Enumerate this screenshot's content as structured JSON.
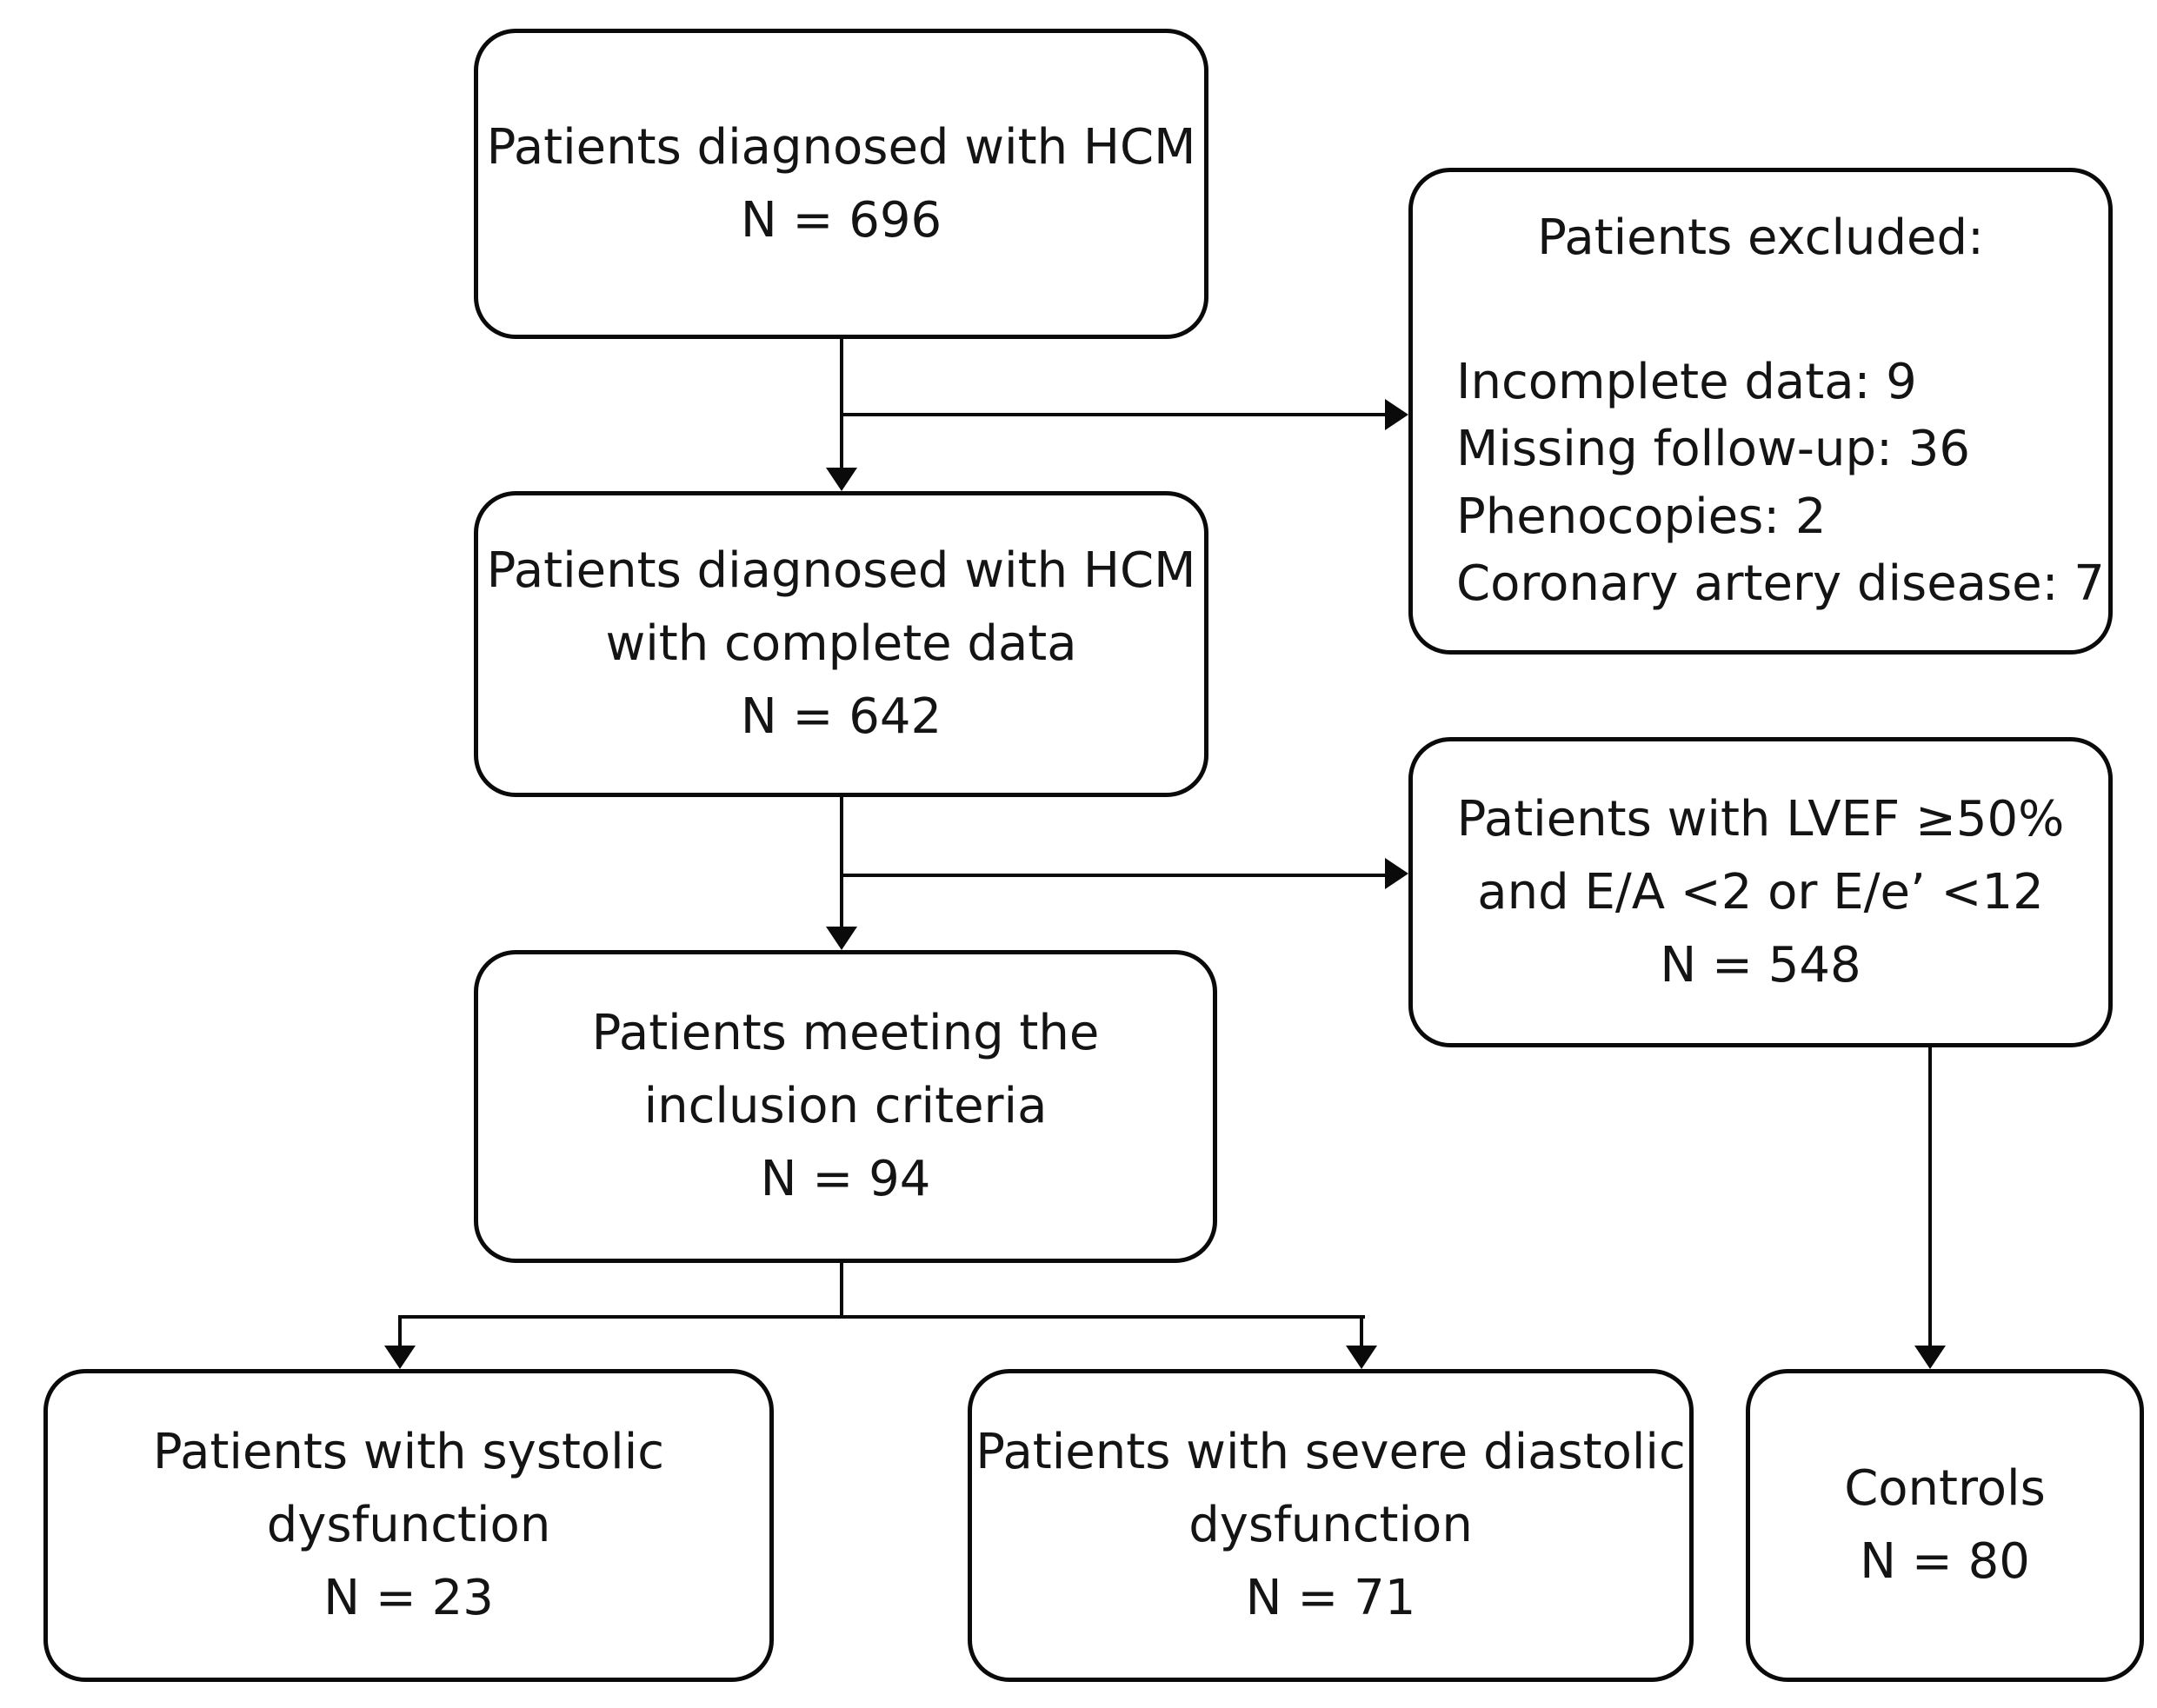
{
  "figure": {
    "type": "patient-flow-diagram",
    "background": "#ffffff",
    "line_color": "#0a0a0a",
    "text_color": "#141414"
  },
  "boxes": {
    "hcm_total": {
      "line1": "Patients diagnosed with HCM",
      "line2": "N = 696"
    },
    "excluded": {
      "title": "Patients excluded:",
      "items": [
        "Incomplete data: 9",
        "Missing follow-up: 36",
        "Phenocopies: 2",
        "Coronary artery disease: 7"
      ]
    },
    "complete_data": {
      "line1": "Patients diagnosed with HCM",
      "line2": "with complete data",
      "line3": "N = 642"
    },
    "lvef_criteria": {
      "line1": "Patients with LVEF ≥50%",
      "line2": "and E/A <2 or E/e’ <12",
      "line3": "N = 548"
    },
    "inclusion": {
      "line1": "Patients meeting the",
      "line2": "inclusion criteria",
      "line3": "N = 94"
    },
    "systolic": {
      "line1": "Patients with systolic",
      "line2": "dysfunction",
      "line3": "N = 23"
    },
    "diastolic": {
      "line1": "Patients with severe diastolic",
      "line2": "dysfunction",
      "line3": "N = 71"
    },
    "controls": {
      "line1": "Controls",
      "line2": "N = 80"
    }
  },
  "edges": [
    {
      "from": "hcm_total",
      "to": "complete_data"
    },
    {
      "from": "hcm_total",
      "to": "excluded"
    },
    {
      "from": "complete_data",
      "to": "inclusion"
    },
    {
      "from": "complete_data",
      "to": "lvef_criteria"
    },
    {
      "from": "inclusion",
      "to": "systolic"
    },
    {
      "from": "inclusion",
      "to": "diastolic"
    },
    {
      "from": "lvef_criteria",
      "to": "controls"
    }
  ]
}
